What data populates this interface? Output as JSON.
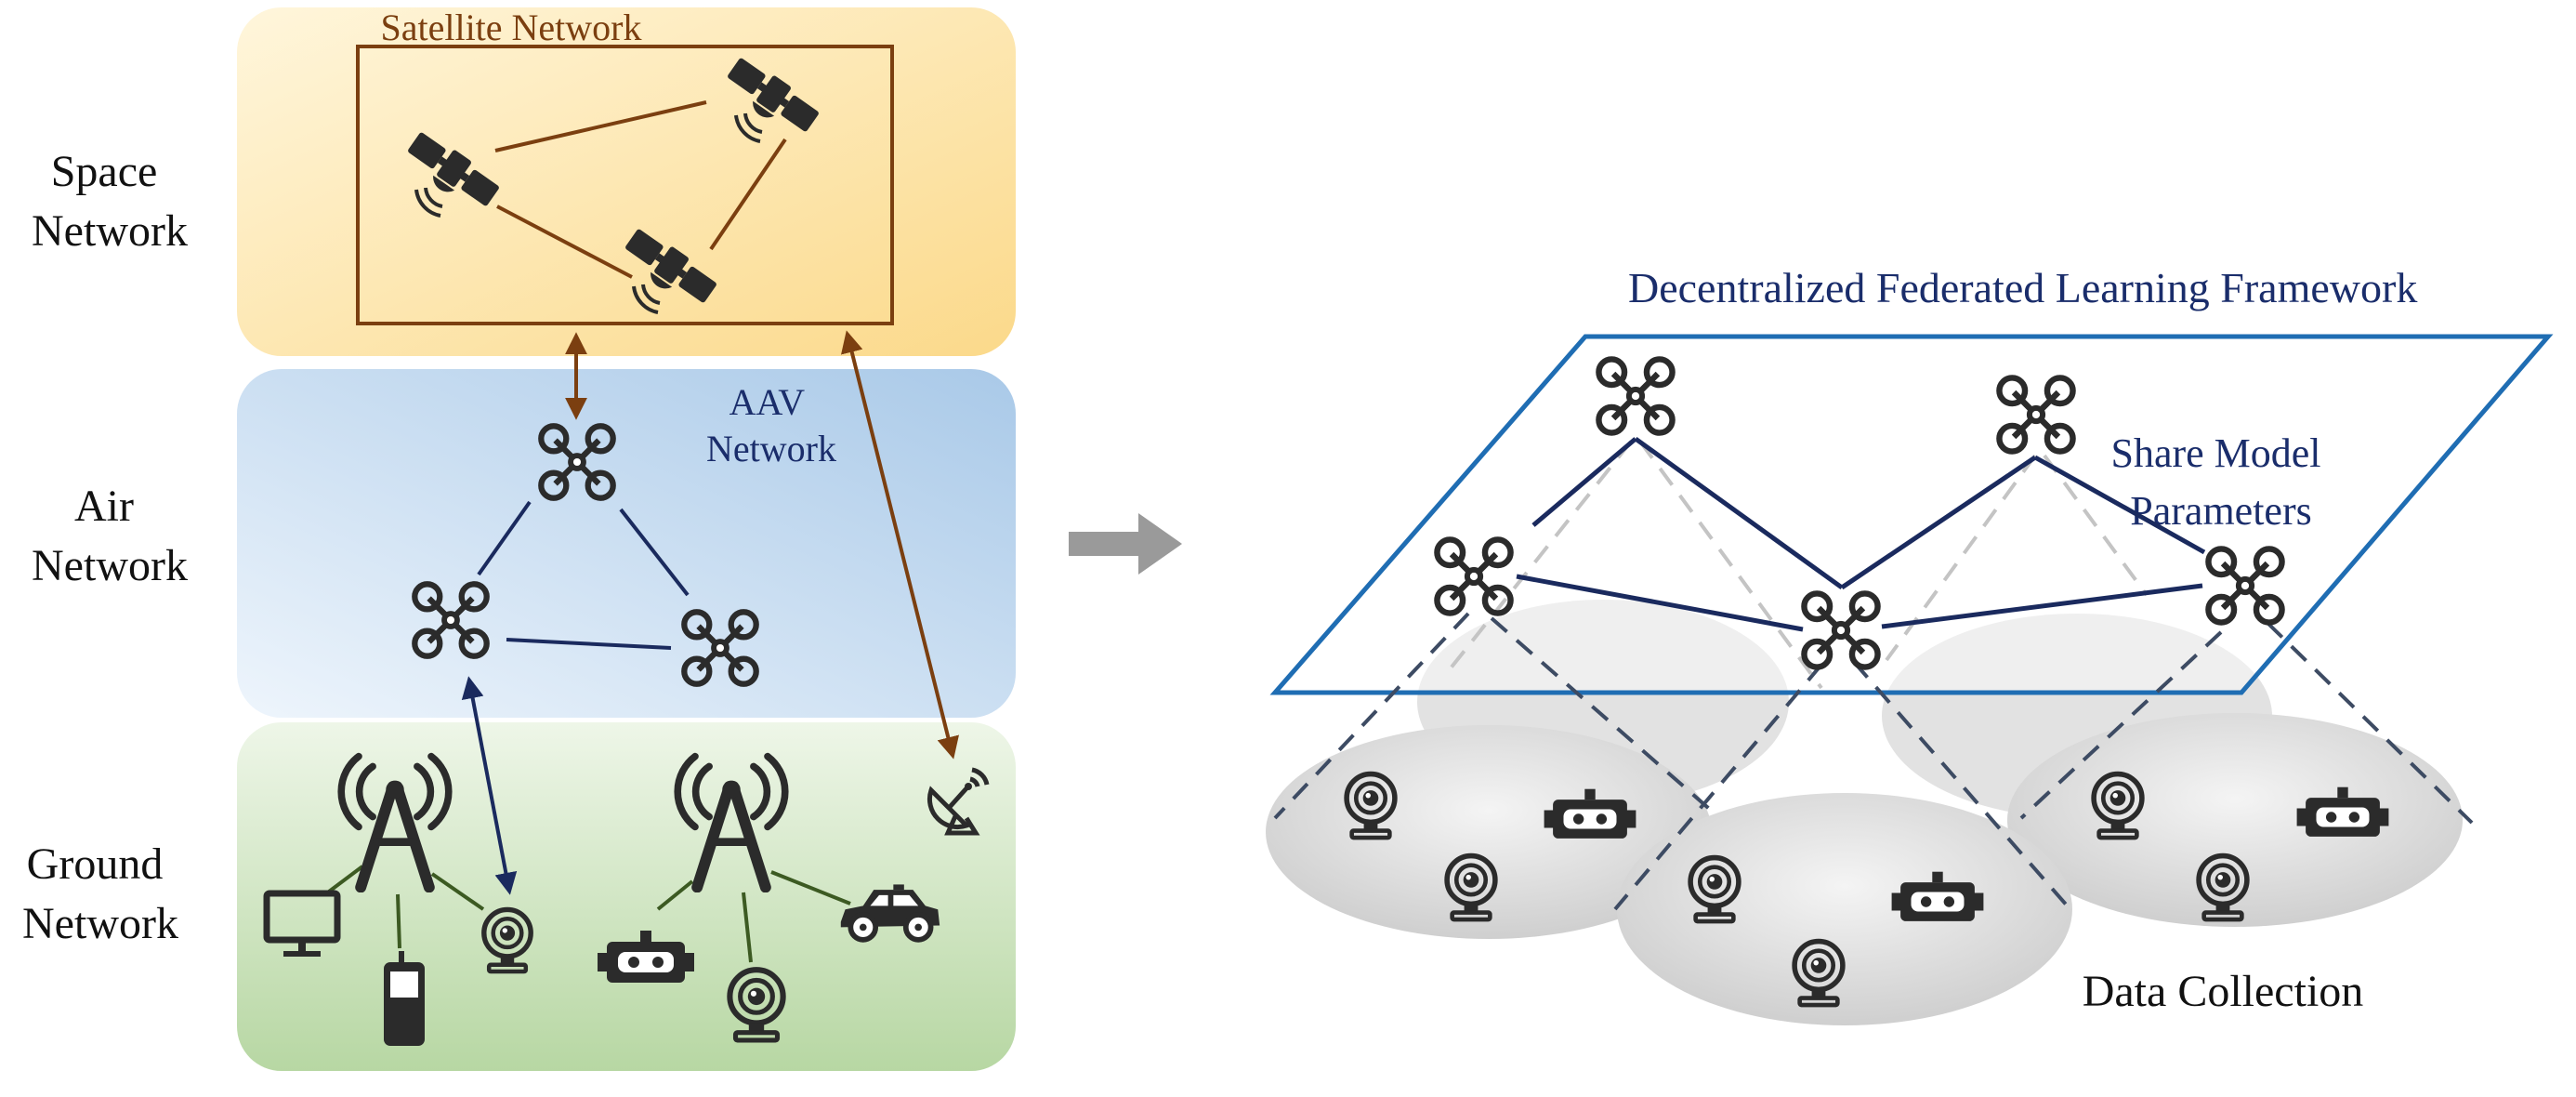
{
  "left_panel": {
    "layers": {
      "space": "Space\nNetwork",
      "air": "Air\nNetwork",
      "ground": "Ground\nNetwork"
    },
    "satellite_network_label": "Satellite Network",
    "aav_network_label": "AAV\nNetwork"
  },
  "right_panel": {
    "framework_title": "Decentralized Federated Learning Framework",
    "share_label": "Share Model\nParameters",
    "data_label": "Data Collection"
  },
  "colors": {
    "space_band": "#fbd98a",
    "air_band": "#a9c9e8",
    "ground_band": "#b7d7a3",
    "satellite_link": "#7b3f10",
    "aav_link": "#1a2a5e",
    "ground_link": "#3c5a22",
    "framework_border": "#1f6db3",
    "framework_text": "#1a2d6b",
    "icon": "#2b2b2b"
  },
  "icons": [
    "satellite-icon",
    "drone-icon",
    "cell-tower-icon",
    "monitor-icon",
    "mobile-phone-icon",
    "webcam-icon",
    "robot-icon",
    "car-icon",
    "satellite-dish-icon",
    "arrow-right-icon"
  ]
}
